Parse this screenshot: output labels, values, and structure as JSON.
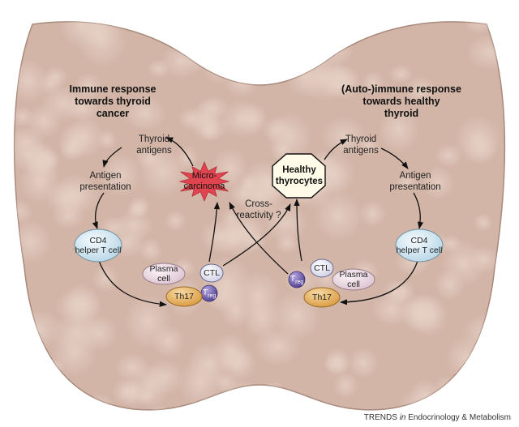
{
  "left_title": "Immune response\ntowards thyroid\ncancer",
  "right_title": "(Auto-)immune response\ntowards healthy\nthyroid",
  "left_cycle": {
    "thyroid_antigens": "Thyroid\nantigens",
    "antigen_presentation": "Antigen\npresentation",
    "cd4": "CD4\nhelper T cell",
    "plasma": "Plasma\ncell",
    "ctl": "CTL",
    "treg_main": "T",
    "treg_sub": "reg",
    "th17": "Th17"
  },
  "right_cycle": {
    "thyroid_antigens": "Thyroid\nantigens",
    "antigen_presentation": "Antigen\npresentation",
    "cd4": "CD4\nhelper T cell",
    "plasma": "Plasma\ncell",
    "ctl": "CTL",
    "treg_main": "T",
    "treg_sub": "reg",
    "th17": "Th17"
  },
  "microcarcinoma": "Micro-\ncarcinoma",
  "healthy_thyrocytes": "Healthy\nthyrocytes",
  "cross_reactivity": "Cross-\nreactivity ?",
  "credit": {
    "journal": "TRENDS",
    "in_word": "in",
    "journal_rest": "Endocrinology & Metabolism"
  },
  "colors": {
    "thyroid_fill": "#d2b5a7",
    "thyroid_stroke": "#a88a7d",
    "microcarcinoma": "#e0454f",
    "cd4": "#cfe4ef",
    "plasma": "#ead8e1",
    "ctl": "#e3e3f1",
    "treg": "#6b5aa8",
    "th17": "#e9b35f"
  }
}
